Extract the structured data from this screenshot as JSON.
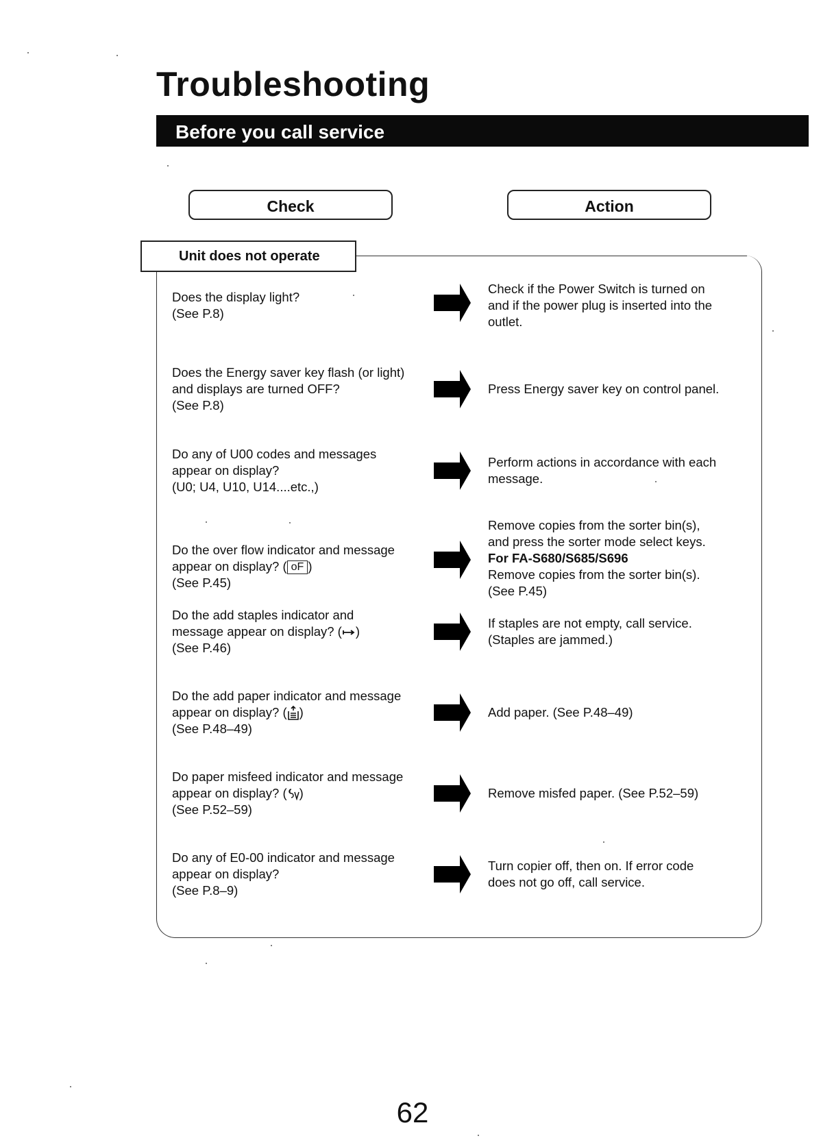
{
  "page": {
    "title": "Troubleshooting",
    "banner": "Before you call service",
    "page_number": "62"
  },
  "columns": {
    "check": "Check",
    "action": "Action"
  },
  "section": {
    "title": "Unit does not operate"
  },
  "rows": [
    {
      "check": [
        "Does the display light?",
        "(See P.8)"
      ],
      "action": [
        "Check if the Power Switch is turned on",
        "and if the power plug is inserted into the",
        "outlet."
      ]
    },
    {
      "check": [
        "Does the Energy saver key flash (or light)",
        "and displays are turned OFF?",
        "(See P.8)"
      ],
      "action": [
        "Press Energy saver key on control panel."
      ]
    },
    {
      "check": [
        "Do any of U00 codes and messages",
        "appear on display?",
        "(U0; U4, U10, U14....etc.,)"
      ],
      "action": [
        "Perform actions in accordance with each",
        "message."
      ]
    },
    {
      "check": [
        "Do the over flow indicator and message",
        "appear on display? (",
        "oF",
        ")",
        "(See P.45)"
      ],
      "action": [
        "Remove copies from the sorter bin(s),",
        "and press the sorter mode select keys.",
        "For FA-S680/S685/S696",
        "Remove copies from the sorter bin(s).",
        "(See P.45)"
      ]
    },
    {
      "check": [
        "Do the add staples indicator and",
        "message appear on display? (",
        ")",
        "(See P.46)"
      ],
      "action": [
        "If staples are not empty, call service.",
        "(Staples are jammed.)"
      ]
    },
    {
      "check": [
        "Do the add paper indicator and message",
        "appear on display? (",
        ")",
        "(See P.48–49)"
      ],
      "action": [
        "Add paper. (See P.48–49)"
      ]
    },
    {
      "check": [
        "Do paper misfeed indicator and message",
        "appear on display? (",
        ")",
        "(See P.52–59)"
      ],
      "action": [
        "Remove misfed paper. (See P.52–59)"
      ]
    },
    {
      "check": [
        "Do any of E0-00 indicator and message",
        "appear on display?",
        "(See P.8–9)"
      ],
      "action": [
        "Turn copier off, then on. If error code",
        "does not go off, call service."
      ]
    }
  ],
  "icons": {
    "row_arrow": "right-arrow-icon",
    "staples": "staple-icon",
    "paper": "add-paper-icon",
    "misfeed": "paper-misfeed-icon"
  }
}
